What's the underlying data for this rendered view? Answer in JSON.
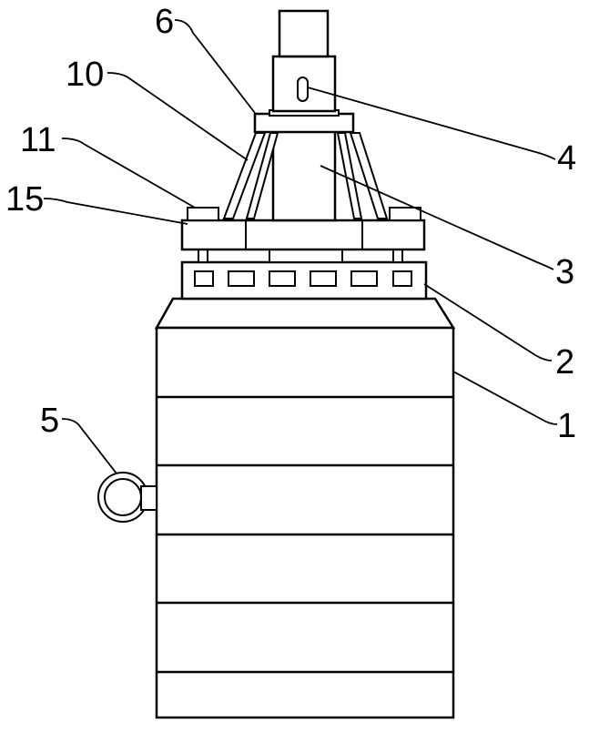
{
  "figure": {
    "labels": {
      "l1": "1",
      "l2": "2",
      "l3": "3",
      "l4": "4",
      "l5": "5",
      "l6": "6",
      "l10": "10",
      "l11": "11",
      "l15": "15"
    }
  }
}
